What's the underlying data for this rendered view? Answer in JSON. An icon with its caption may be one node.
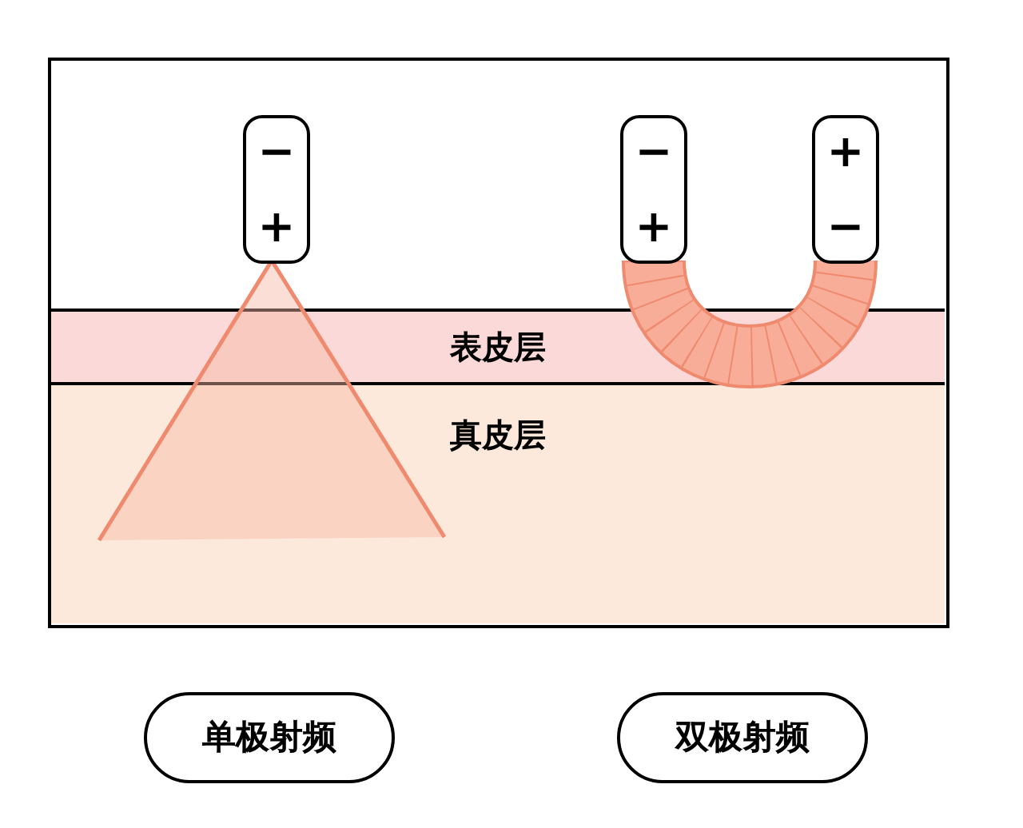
{
  "diagram": {
    "nodes": [
      {
        "text": [],
        "shape": "box"
      },
      {
        "text": [
          "表皮层"
        ],
        "in": 0
      },
      {
        "text": [
          "真皮层"
        ],
        "in": 0
      },
      {
        "text": [
          "−",
          "+"
        ],
        "in": 0
      },
      {
        "text": [
          "−",
          "+"
        ],
        "in": 0
      },
      {
        "text": [
          "+",
          "−"
        ],
        "in": 0
      },
      {
        "text": [
          "单极射频"
        ]
      },
      {
        "text": [
          "双极射频"
        ]
      }
    ]
  }
}
